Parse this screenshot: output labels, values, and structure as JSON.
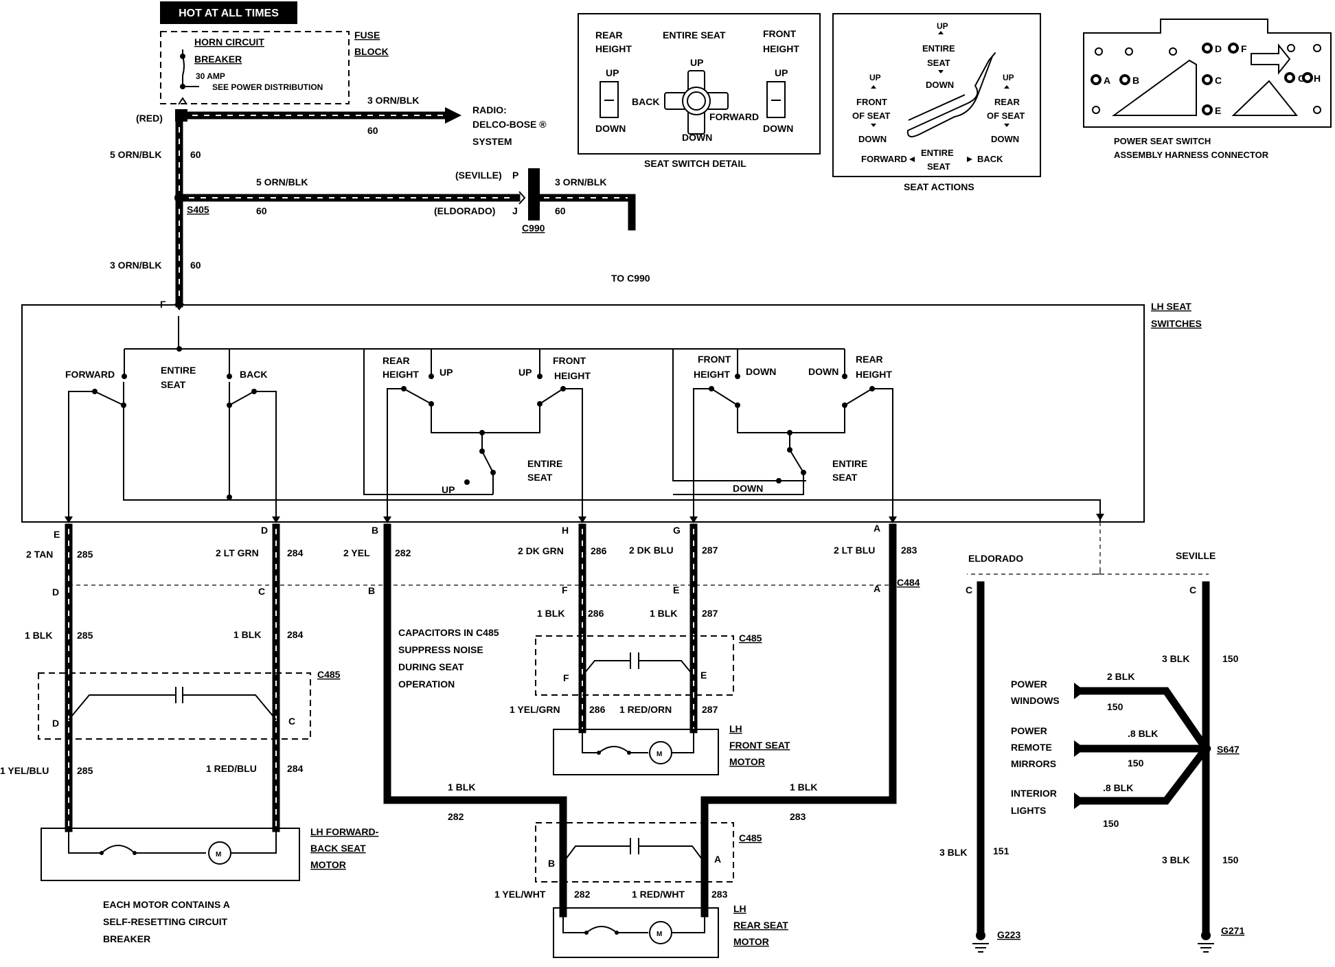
{
  "hot_label": "HOT AT ALL TIMES",
  "fuse": {
    "breaker_title": "HORN CIRCUIT",
    "breaker_title2": "BREAKER",
    "amp": "30 AMP",
    "see": "SEE POWER DISTRIBUTION",
    "block1": "FUSE",
    "block2": "BLOCK",
    "red": "(RED)"
  },
  "radio": {
    "wire": "3 ORN/BLK",
    "circuit": "60",
    "l1": "RADIO:",
    "l2": "DELCO-BOSE ®",
    "l3": "SYSTEM"
  },
  "feed": {
    "w1": "5 ORN/BLK",
    "c1": "60",
    "splice": "S405",
    "w2": "5 ORN/BLK",
    "c2": "60",
    "seville": "(SEVILLE)",
    "p": "P",
    "eldorado": "(ELDORADO)",
    "j": "J",
    "c990": "C990",
    "w3": "3 ORN/BLK",
    "c3": "60",
    "w4": "3 ORN/BLK",
    "c4": "60",
    "to": "TO C990",
    "f": "F"
  },
  "switch_detail": {
    "rear1": "REAR",
    "rear2": "HEIGHT",
    "entire": "ENTIRE SEAT",
    "front1": "FRONT",
    "front2": "HEIGHT",
    "up": "UP",
    "down": "DOWN",
    "back": "BACK",
    "forward": "FORWARD",
    "caption": "SEAT SWITCH DETAIL"
  },
  "seat_actions": {
    "up": "UP",
    "entire": "ENTIRE",
    "seat": "SEAT",
    "down": "DOWN",
    "front": "FRONT",
    "of_seat": "OF SEAT",
    "rear": "REAR",
    "forward": "FORWARD",
    "back": "BACK",
    "caption": "SEAT ACTIONS"
  },
  "connector": {
    "pins": [
      "A",
      "B",
      "C",
      "D",
      "E",
      "F",
      "G",
      "H"
    ],
    "cap1": "POWER SEAT SWITCH",
    "cap2": "ASSEMBLY HARNESS CONNECTOR"
  },
  "switches": {
    "title1": "LH SEAT",
    "title2": "SWITCHES",
    "forward": "FORWARD",
    "entire": "ENTIRE",
    "seat": "SEAT",
    "back": "BACK",
    "rear": "REAR",
    "height": "HEIGHT",
    "up": "UP",
    "front": "FRONT",
    "down": "DOWN"
  },
  "pins": {
    "e": "E",
    "d": "D",
    "b": "B",
    "h": "H",
    "g": "G",
    "a": "A",
    "f": "F",
    "c": "C"
  },
  "wires": {
    "tan": "2 TAN",
    "c285": "285",
    "ltgrn": "2 LT GRN",
    "c284": "284",
    "yel": "2 YEL",
    "c282": "282",
    "dkgrn": "2 DK GRN",
    "c286": "286",
    "dkblu": "2 DK BLU",
    "c287": "287",
    "ltblu": "2 LT BLU",
    "c283": "283",
    "blk1": "1 BLK",
    "yelblu": "1 YEL/BLU",
    "redblu": "1 RED/BLU",
    "yelgrn": "1 YEL/GRN",
    "redorn": "1 RED/ORN",
    "yelwht": "1 YEL/WHT",
    "redwht": "1 RED/WHT",
    "c484": "C484",
    "c485": "C485"
  },
  "caps_note": [
    "CAPACITORS IN C485",
    "SUPPRESS NOISE",
    "DURING SEAT",
    "OPERATION"
  ],
  "motors": {
    "fb": [
      "LH FORWARD-",
      "BACK SEAT",
      "MOTOR"
    ],
    "front": [
      "LH",
      "FRONT SEAT",
      "MOTOR"
    ],
    "rear": [
      "LH",
      "REAR SEAT",
      "MOTOR"
    ],
    "m": "M",
    "note": [
      "EACH MOTOR CONTAINS A",
      "SELF-RESETTING CIRCUIT",
      "BREAKER"
    ]
  },
  "ground": {
    "eldorado": "ELDORADO",
    "seville": "SEVILLE",
    "c": "C",
    "blk3": "3 BLK",
    "c151": "151",
    "c150": "150",
    "g223": "G223",
    "g271": "G271",
    "s647": "S647",
    "pw1": "POWER",
    "pw2": "WINDOWS",
    "pw_wire": "2 BLK",
    "pm1": "POWER",
    "pm2": "REMOTE",
    "pm3": "MIRRORS",
    "pm_wire": ".8 BLK",
    "il1": "INTERIOR",
    "il2": "LIGHTS",
    "il_wire": ".8 BLK"
  }
}
